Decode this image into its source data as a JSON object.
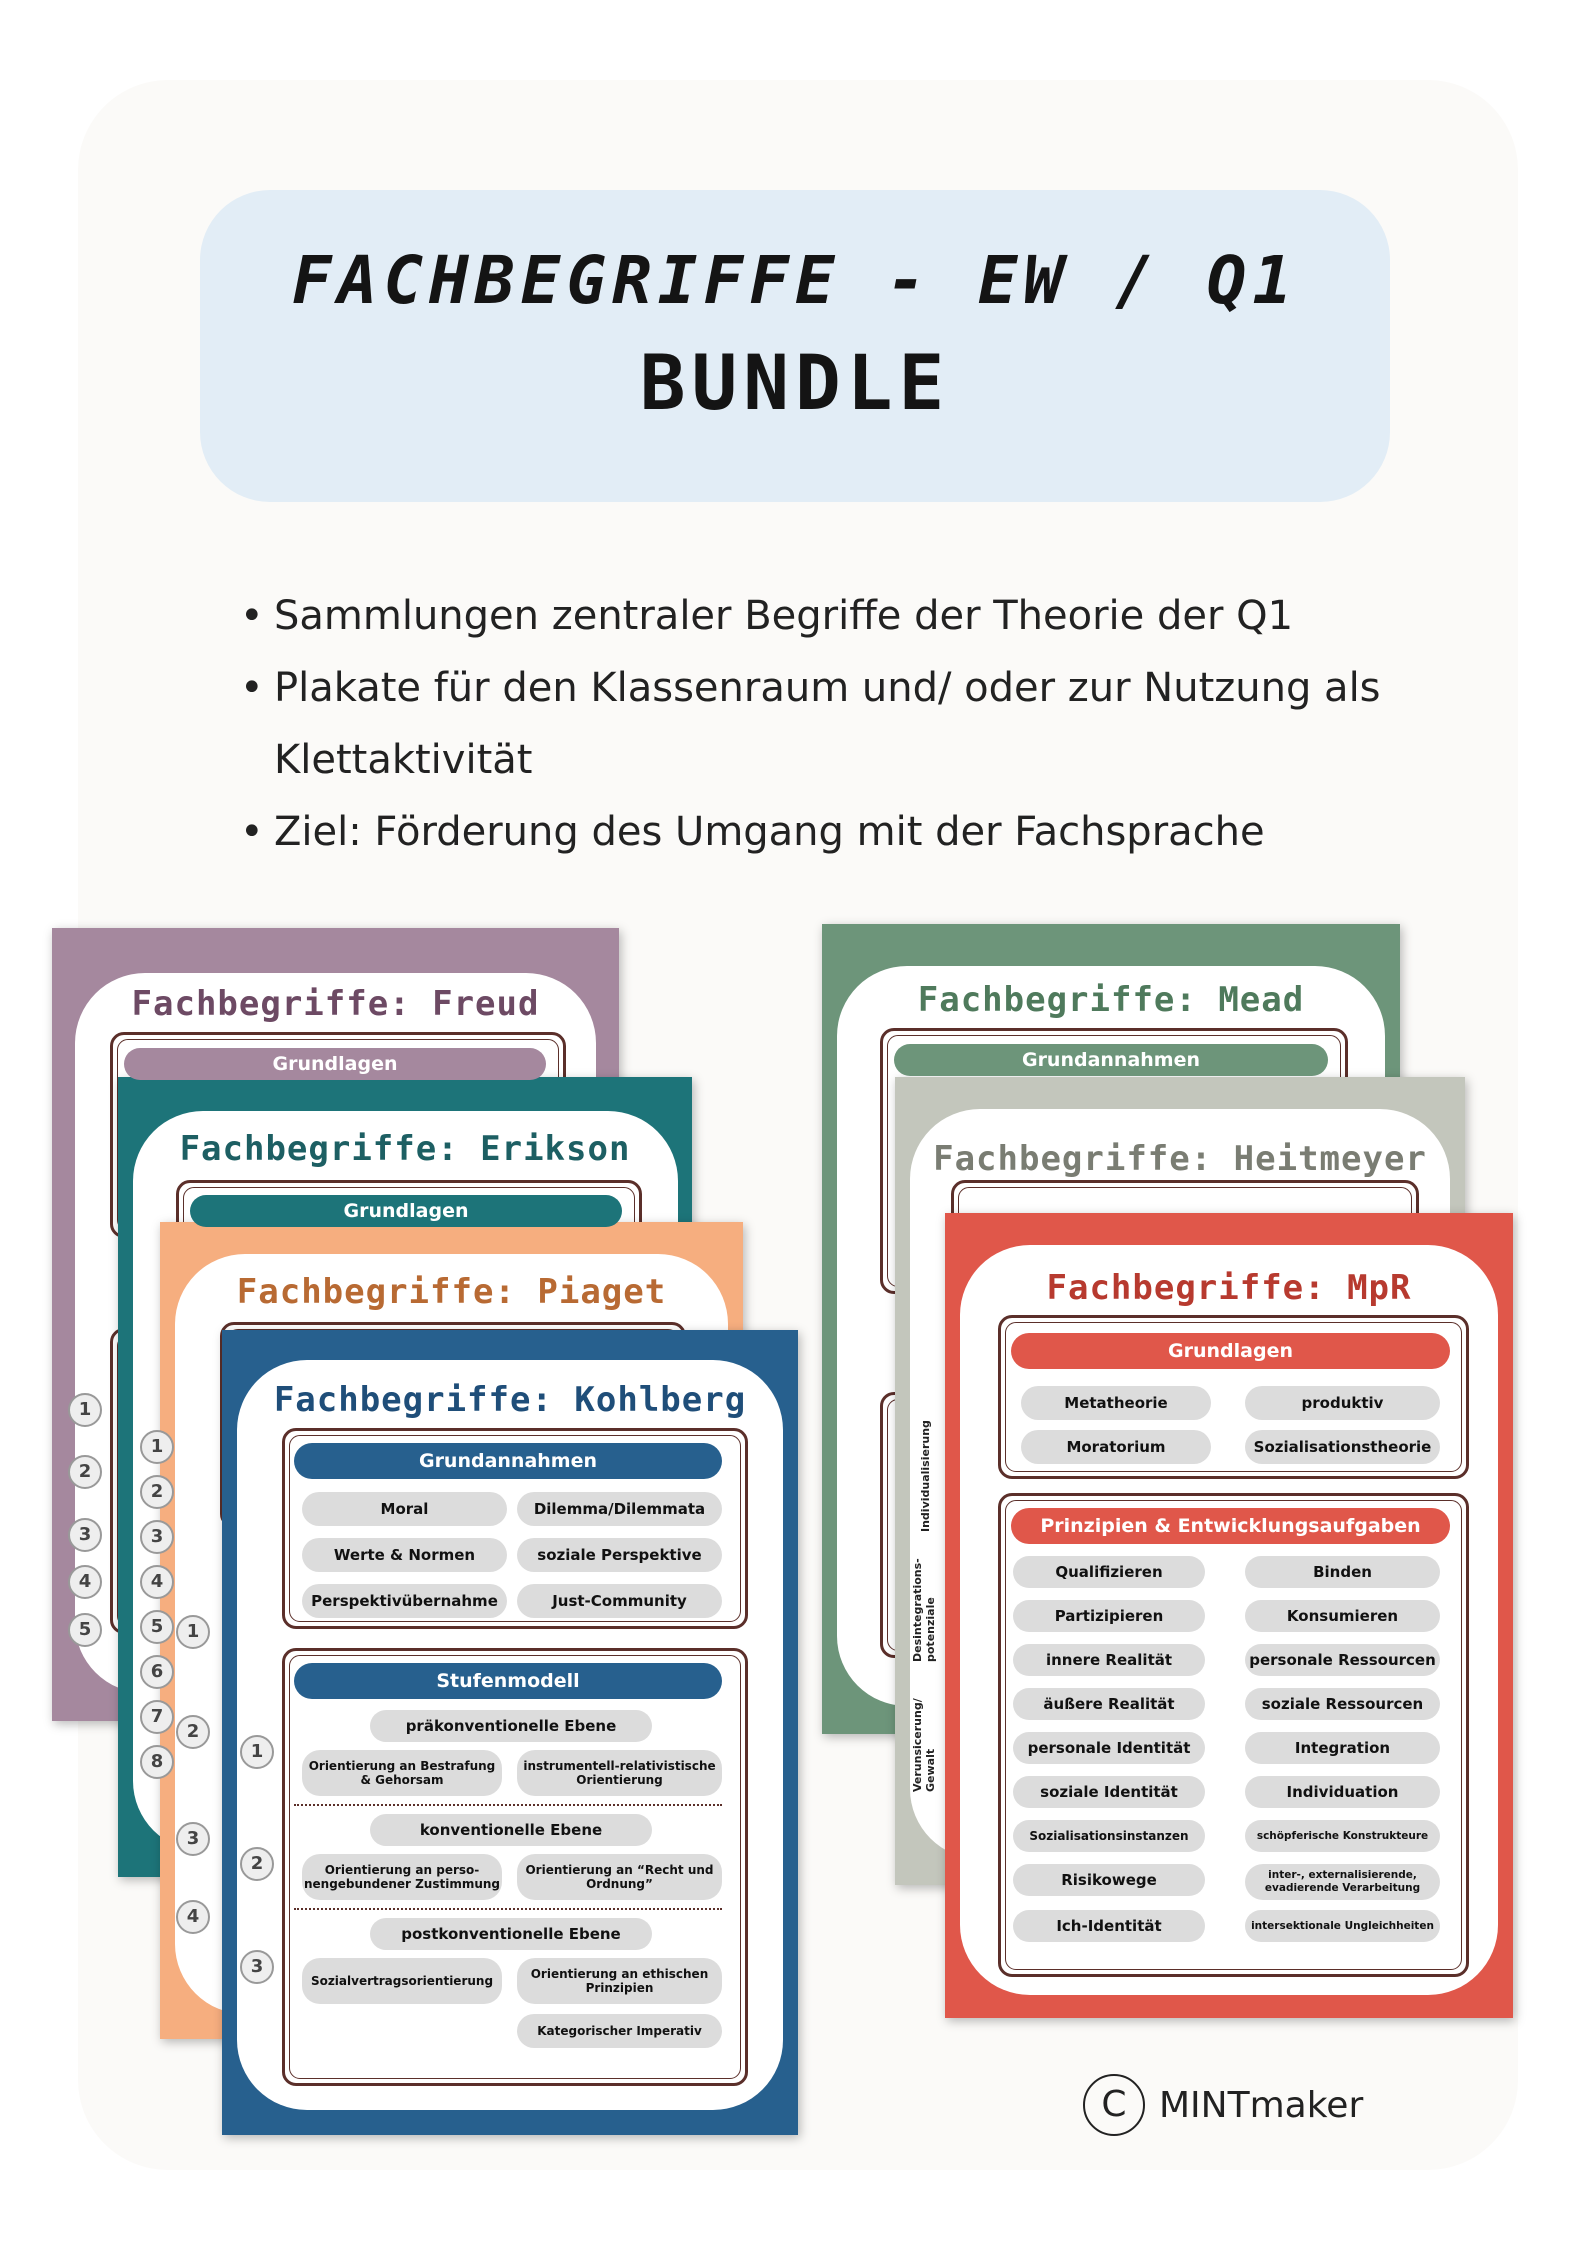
{
  "header": {
    "title_line1": "FACHBEGRIFFE - EW / Q1",
    "title_line2": "BUNDLE"
  },
  "bullets": [
    "Sammlungen zentraler Begriffe der Theorie der Q1",
    "Plakate für den Klassenraum und/ oder zur Nutzung als Klettaktivität",
    "Ziel: Förderung des Umgang mit der Fachsprache"
  ],
  "colors": {
    "freud": "#a5889e",
    "erikson": "#1d7479",
    "piaget": "#f6ae7f",
    "kohlberg": "#27608e",
    "mead": "#6d957a",
    "heitmeyer": "#c3c6bc",
    "mpr": "#e0574a"
  },
  "posters": {
    "freud": {
      "title": "Fachbegriffe: Freud",
      "section": "Grundlagen",
      "numbers": [
        "1",
        "2",
        "3",
        "4",
        "5"
      ]
    },
    "erikson": {
      "title": "Fachbegriffe: Erikson",
      "section": "Grundlagen",
      "numbers": [
        "1",
        "2",
        "3",
        "4",
        "5",
        "6",
        "7",
        "8"
      ]
    },
    "piaget": {
      "title": "Fachbegriffe: Piaget",
      "numbers": [
        "1",
        "2",
        "3",
        "4"
      ]
    },
    "kohlberg": {
      "title": "Fachbegriffe: Kohlberg",
      "section1": "Grundannahmen",
      "terms1": [
        "Moral",
        "Dilemma/Dilemmata",
        "Werte & Normen",
        "soziale Perspektive",
        "Perspektivübernahme",
        "Just-Community"
      ],
      "section2": "Stufenmodell",
      "levels": [
        {
          "num": "1",
          "name": "präkonventionelle Ebene",
          "a": "Orientierung an Bestrafung & Gehorsam",
          "b": "instrumentell-relativistische Orientierung"
        },
        {
          "num": "2",
          "name": "konventionelle Ebene",
          "a": "Orientierung an perso-nengebundener Zustimmung",
          "b": "Orientierung an “Recht und Ordnung”"
        },
        {
          "num": "3",
          "name": "postkonventionelle Ebene",
          "a": "Sozialvertragsorientierung",
          "b": "Orientierung an ethischen Prinzipien",
          "c": "Kategorischer Imperativ"
        }
      ]
    },
    "mead": {
      "title": "Fachbegriffe: Mead",
      "section": "Grundannahmen"
    },
    "heitmeyer": {
      "title": "Fachbegriffe: Heitmeyer",
      "side_labels": [
        "Individualisierung",
        "Desintegrations-potenziale",
        "Verunsicerung/ Gewalt"
      ]
    },
    "mpr": {
      "title": "Fachbegriffe: MpR",
      "section1": "Grundlagen",
      "terms1": [
        "Metatheorie",
        "produktiv",
        "Moratorium",
        "Sozialisationstheorie"
      ],
      "section2": "Prinzipien & Entwicklungsaufgaben",
      "terms2": [
        "Qualifizieren",
        "Binden",
        "Partizipieren",
        "Konsumieren",
        "innere Realität",
        "personale Ressourcen",
        "äußere Realität",
        "soziale Ressourcen",
        "personale Identität",
        "Integration",
        "soziale Identität",
        "Individuation",
        "Sozialisationsinstanzen",
        "schöpferische Konstrukteure",
        "Risikowege",
        "inter-, externalisierende, evadierende Verarbeitung",
        "Ich-Identität",
        "intersektionale Ungleichheiten"
      ]
    }
  },
  "logo": {
    "symbol": "C",
    "text": "MINTmaker"
  }
}
